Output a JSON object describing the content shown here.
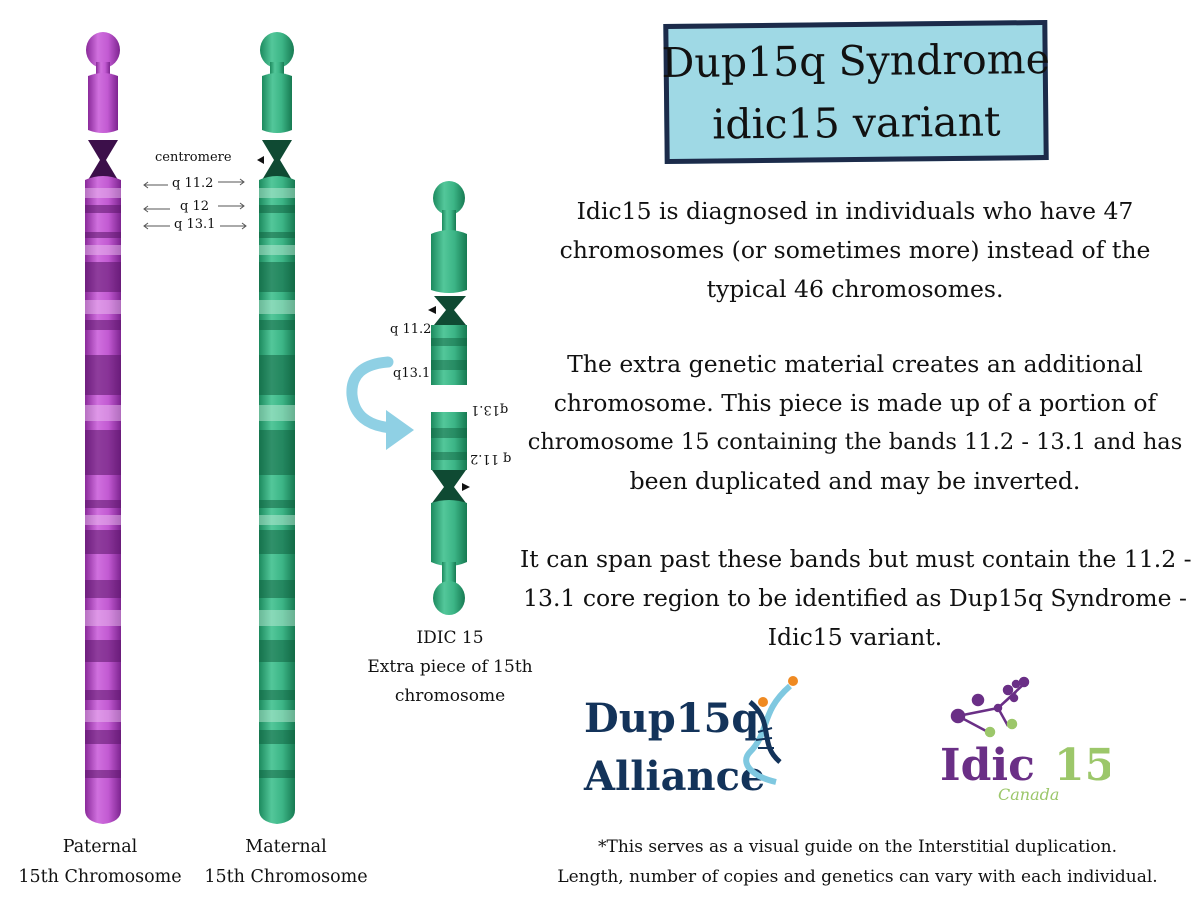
{
  "title": {
    "line1": "Dup15q Syndrome",
    "line2": "idic15 variant"
  },
  "paragraphs": {
    "p1": [
      "Idic15 is diagnosed in individuals who have 47",
      "chromosomes (or sometimes more) instead of the",
      "typical 46 chromosomes."
    ],
    "p2": [
      "The extra genetic material creates an additional",
      "chromosome. This piece is made up of a portion of",
      "chromosome 15 containing the bands 11.2 - 13.1  and has",
      "been duplicated and may be inverted."
    ],
    "p3": [
      "It can span past these bands but must contain the 11.2 -",
      "13.1 core region to be identified as Dup15q Syndrome -",
      "Idic15 variant."
    ]
  },
  "footnote": [
    "*This  serves as a visual guide on the Interstitial duplication.",
    "Length, number of copies and genetics can vary with each individual."
  ],
  "chromosome_labels": {
    "centromere": "centromere",
    "q112": "q 11.2",
    "q12": "q 12",
    "q131": "q 13.1",
    "idic_q112": "q 11.2",
    "idic_q131": "q13.1",
    "idic_q131_inv": "q13.1",
    "idic_q112_inv": "q 11.2"
  },
  "captions": {
    "paternal": [
      "Paternal",
      "15th Chromosome"
    ],
    "maternal": [
      "Maternal",
      "15th Chromosome"
    ],
    "idic": [
      "IDIC 15",
      "Extra piece of 15th",
      "chromosome"
    ]
  },
  "logos": {
    "dup15q_line1": "Dup15q",
    "dup15q_line2": "Alliance",
    "idic15_main": "Idic",
    "idic15_num": "15",
    "idic15_sub": "Canada"
  },
  "colors": {
    "paternal": "#b04ac0",
    "maternal": "#2fa67a",
    "title_bg": "#9fd9e5",
    "title_border": "#1c2b4a",
    "arrow": "#8fd0e4",
    "dup_navy": "#13335a",
    "dup_orange": "#ef8a22",
    "idic_purple": "#6a2f86",
    "idic_green": "#9cc76a"
  }
}
